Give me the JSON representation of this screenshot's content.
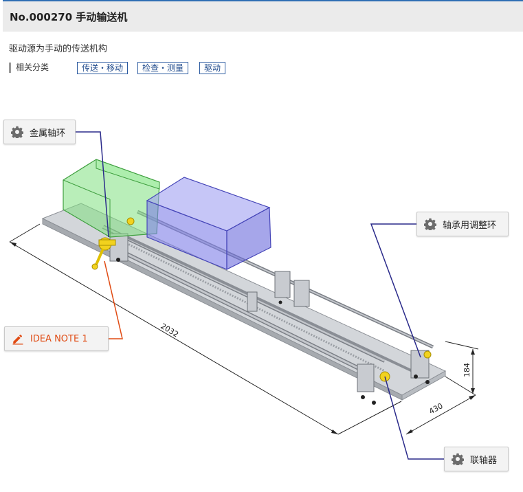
{
  "header": {
    "title": "No.000270 手动输送机"
  },
  "description": "驱动源为手动的传送机构",
  "categories": {
    "label": "相关分类",
    "tags": [
      "传送・移动",
      "检查・测量",
      "驱动"
    ]
  },
  "callouts": {
    "metal_collar": "金属轴环",
    "bearing_adjust_ring": "轴承用调整环",
    "idea_note": "IDEA NOTE 1",
    "coupling": "联轴器"
  },
  "dimensions": {
    "length": "2032",
    "width": "430",
    "height": "184"
  },
  "colors": {
    "accent": "#2f6eb4",
    "idea": "#e04a12",
    "leader": "#2a2a8a"
  },
  "icons": {
    "callout": "gear-icon",
    "idea": "pencil-icon"
  }
}
